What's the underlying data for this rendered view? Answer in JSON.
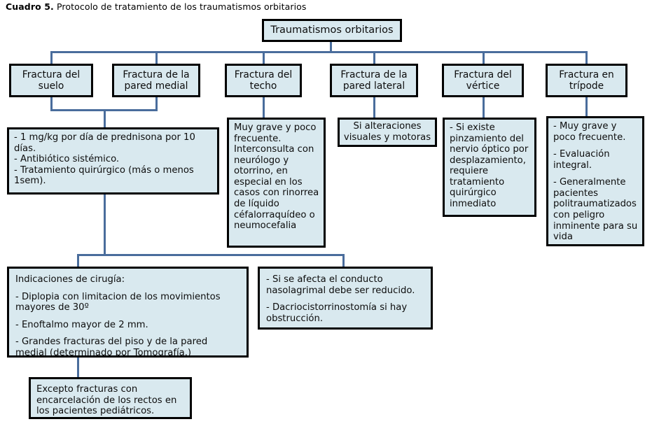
{
  "caption": {
    "label": "Cuadro 5.",
    "text": "Protocolo de tratamiento de los traumatismos orbitarios"
  },
  "colors": {
    "node_fill": "#d9e9ef",
    "node_border": "#000000",
    "connector": "#4a6d9c",
    "background": "#ffffff",
    "text": "#0d0d0d"
  },
  "diagram": {
    "root": {
      "label": "Traumatismos orbitarios"
    },
    "branches": [
      {
        "id": "suelo",
        "label_line1": "Fractura del",
        "label_line2": "suelo"
      },
      {
        "id": "pared-medial",
        "label_line1": "Fractura de la",
        "label_line2": "pared medial"
      },
      {
        "id": "techo",
        "label_line1": "Fractura del",
        "label_line2": "techo"
      },
      {
        "id": "pared-lateral",
        "label_line1": "Fractura de la",
        "label_line2": "pared lateral"
      },
      {
        "id": "vertice",
        "label_line1": "Fractura del",
        "label_line2": "vértice"
      },
      {
        "id": "tripode",
        "label_line1": "Fractura en",
        "label_line2": "trípode"
      }
    ],
    "details": {
      "suelo_medial_treatment": {
        "line1": "- 1 mg/kg por día de prednisona por 10 días.",
        "line2": "- Antibiótico sistémico.",
        "line3": "- Tratamiento quirúrgico (más o menos 1sem)."
      },
      "techo_detail": {
        "text": "Muy grave y poco frecuente. Interconsulta con neurólogo y otorrino, en especial en los casos con rinorrea de líquido céfalorraquídeo o neumocefalia"
      },
      "lateral_detail": {
        "text": "Si alteraciones visuales y motoras"
      },
      "vertice_detail": {
        "text": "- Si existe pinzamiento del nervio óptico por desplazamiento, requiere tratamiento quirúrgico inmediato"
      },
      "tripode_detail": {
        "line1": "- Muy grave y poco frecuente.",
        "line2": "- Evaluación integral.",
        "line3": "- Generalmente pacientes politraumatizados con peligro inminente para su vida"
      },
      "indicaciones_cirugia": {
        "heading": "Indicaciones de cirugía:",
        "item1": "- Diplopia con limitacion de los movimientos mayores de 30º",
        "item2": "- Enoftalmo mayor de 2 mm.",
        "item3": "- Grandes fracturas del piso y de la pared medial (determinado por Tomografía.)"
      },
      "conducto_nasolagrimal": {
        "line1": "- Si se afecta el conducto nasolagrimal debe ser reducido.",
        "line2": "- Dacriocistorrinostomía si hay obstrucción."
      },
      "excepcion_pediatrica": {
        "text": "Excepto fracturas con encarcelación de los rectos en los pacientes pediátricos."
      }
    }
  }
}
